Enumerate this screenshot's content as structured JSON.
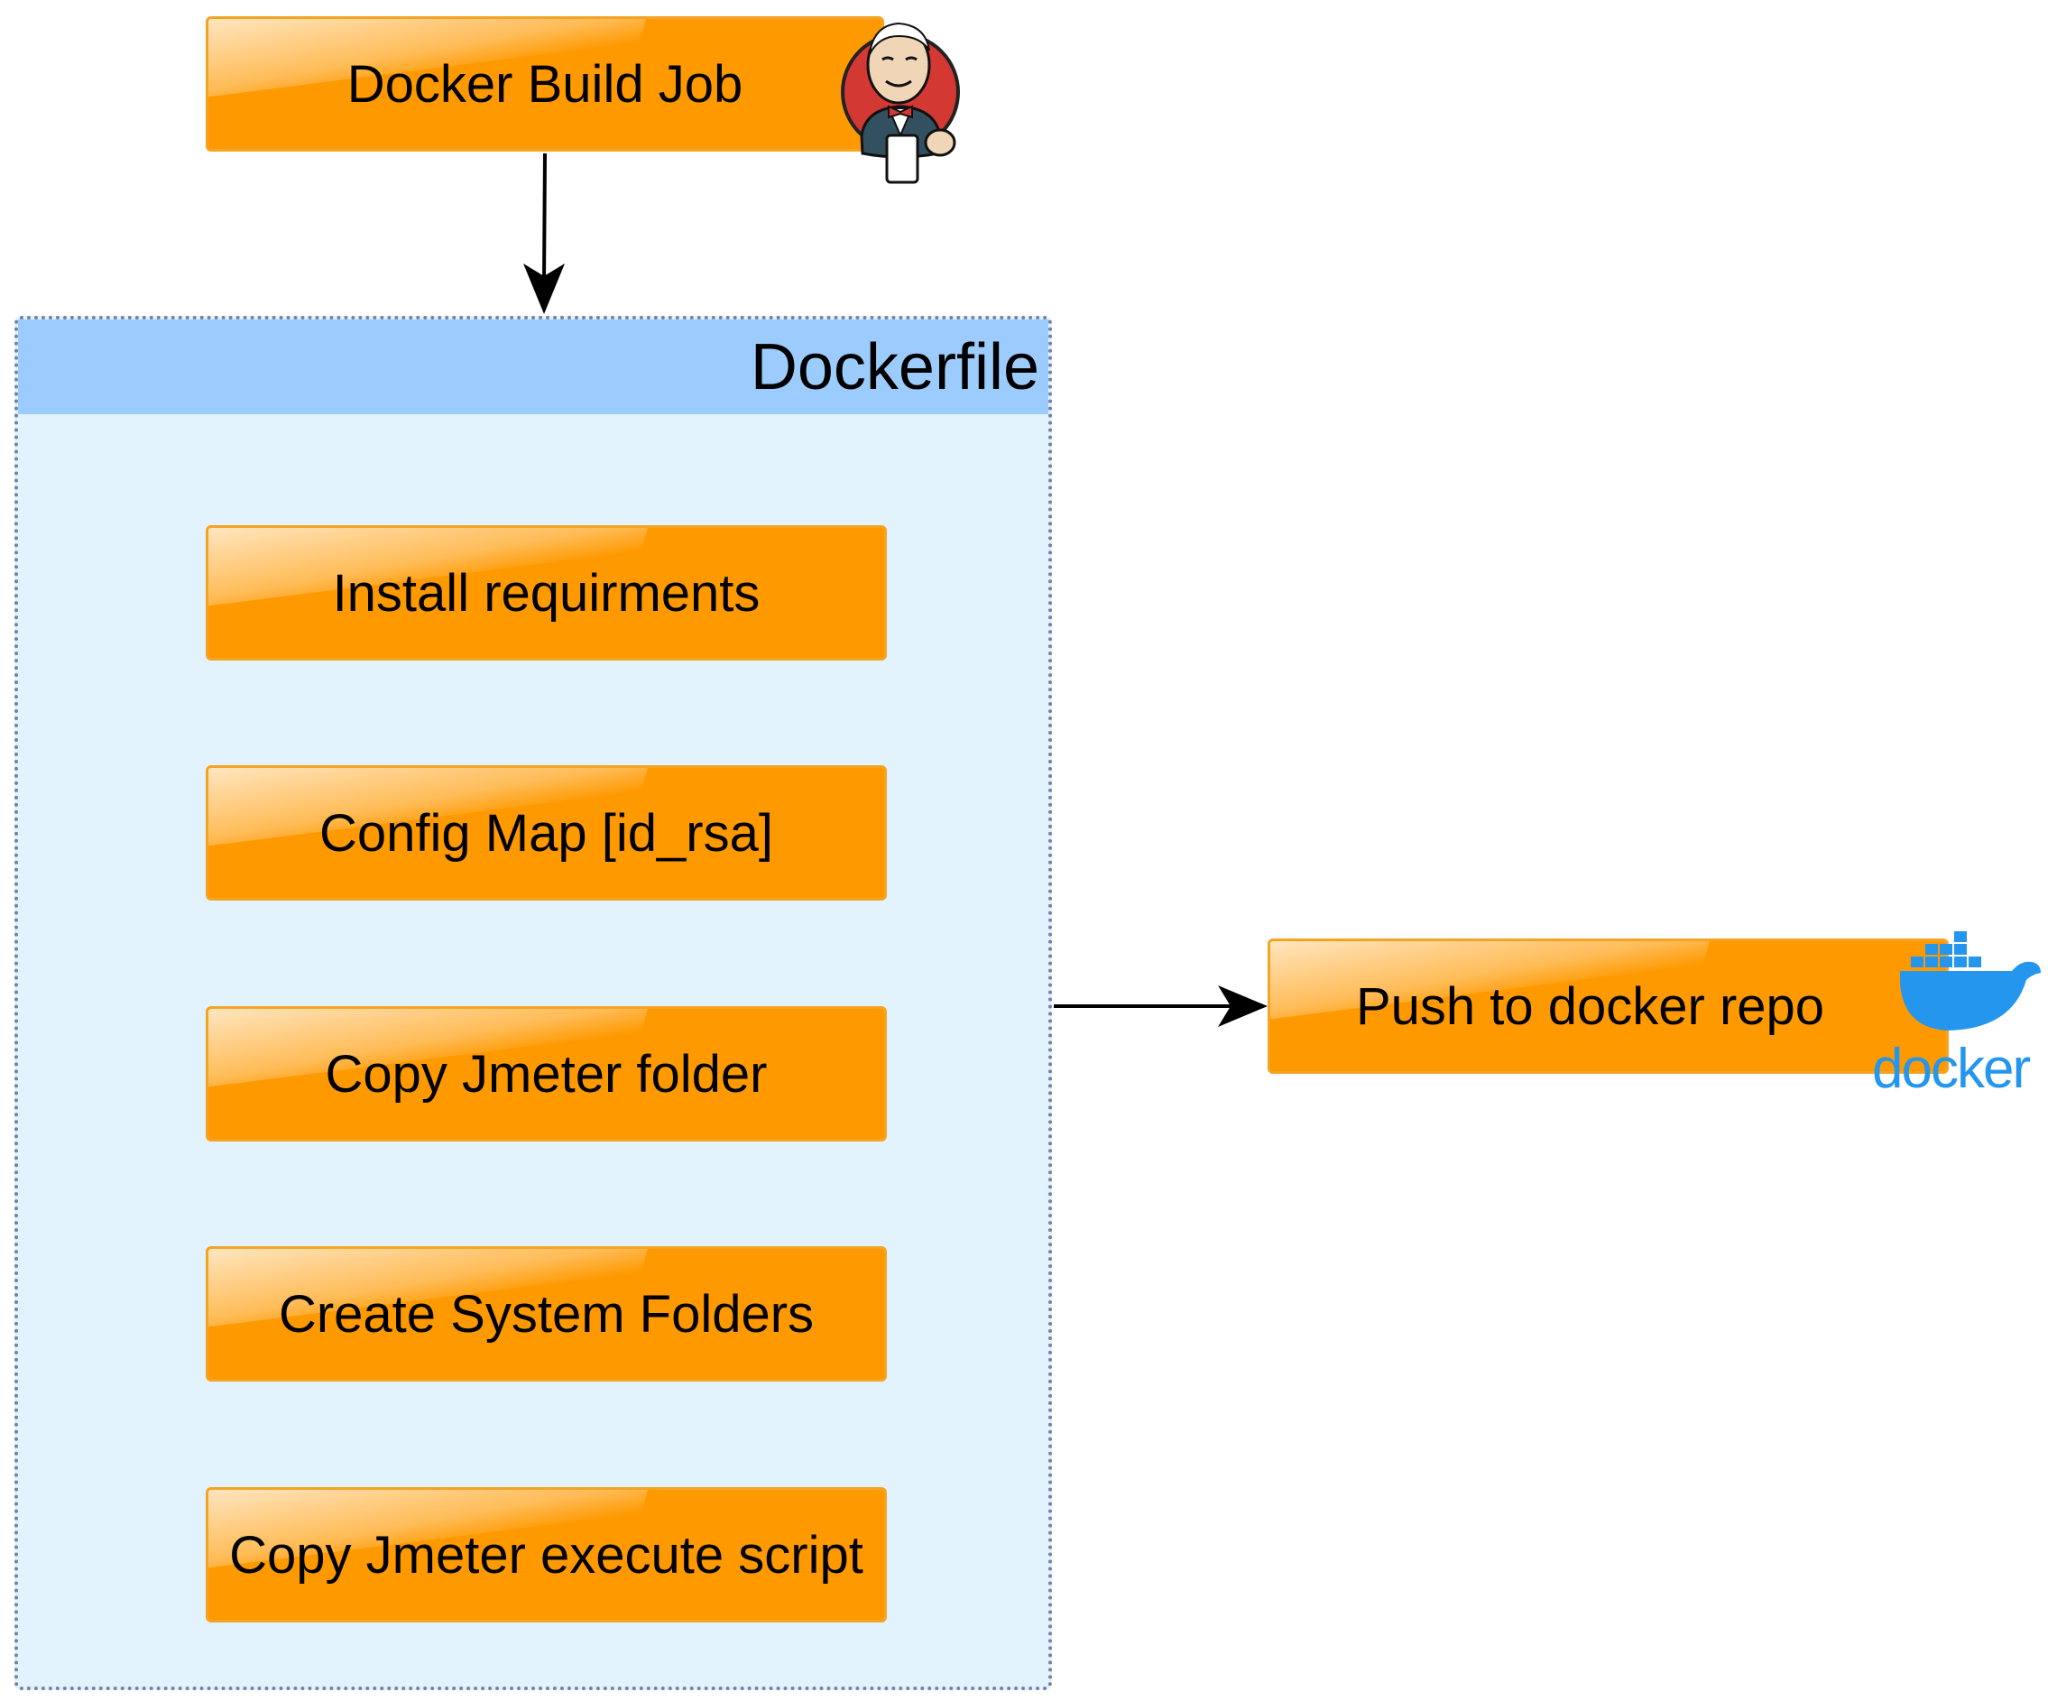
{
  "diagram": {
    "build_job": {
      "label": "Docker Build Job"
    },
    "dockerfile": {
      "title": "Dockerfile",
      "steps": [
        {
          "label": "Install requirments"
        },
        {
          "label": "Config Map [id_rsa]"
        },
        {
          "label": "Copy Jmeter folder"
        },
        {
          "label": "Create System Folders"
        },
        {
          "label": "Copy Jmeter execute script"
        }
      ]
    },
    "push": {
      "label": "Push to docker repo"
    },
    "docker_logo": {
      "wordmark": "docker"
    }
  },
  "colors": {
    "box_fill": "#ff9900",
    "box_border": "#f4a424",
    "container_fill": "#e2f3fd",
    "container_header": "#9ccbfd",
    "container_border": "#7580a6",
    "docker_blue": "#2496ed",
    "jenkins_red": "#d33833"
  }
}
